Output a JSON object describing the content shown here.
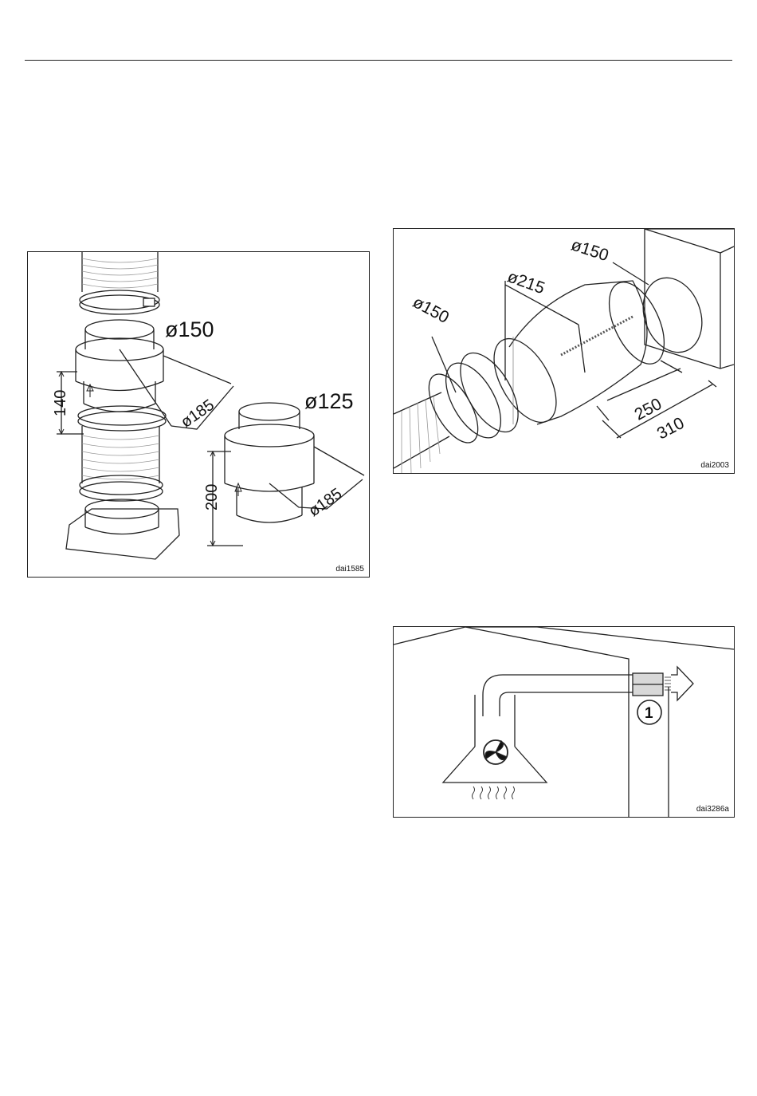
{
  "figures": {
    "fig1": {
      "code": "dai1585",
      "labels": {
        "d150": "ø150",
        "d185a": "ø185",
        "h140": "140",
        "d125": "ø125",
        "d185b": "ø185",
        "h200": "200"
      }
    },
    "fig2": {
      "code": "dai2003",
      "labels": {
        "d150_right": "ø150",
        "d215": "ø215",
        "d150_left": "ø150",
        "l250": "250",
        "l310": "310"
      }
    },
    "fig3": {
      "code": "dai3286a",
      "labels": {
        "callout": "1"
      }
    }
  }
}
